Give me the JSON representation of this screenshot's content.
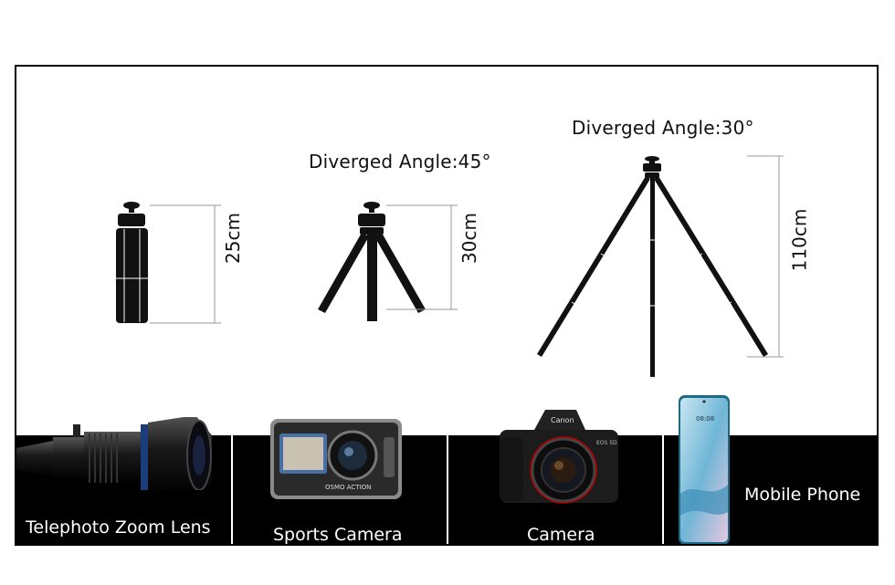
{
  "tripods": [
    {
      "height": "25cm",
      "angle": ""
    },
    {
      "height": "30cm",
      "angle": "Diverged Angle:45°"
    },
    {
      "height": "110cm",
      "angle": "Diverged Angle:30°"
    }
  ],
  "devices": [
    {
      "label": "Telephoto Zoom Lens",
      "icon": "telephoto-lens-icon"
    },
    {
      "label": "Sports Camera",
      "icon": "action-camera-icon"
    },
    {
      "label": "Camera",
      "icon": "dslr-camera-icon"
    },
    {
      "label": "Mobile Phone",
      "icon": "smartphone-icon"
    }
  ],
  "device_text": {
    "canon": "Canon",
    "eos": "EOS 5D",
    "osmo": "OSMO ACTION",
    "phone_time": "08:08"
  }
}
